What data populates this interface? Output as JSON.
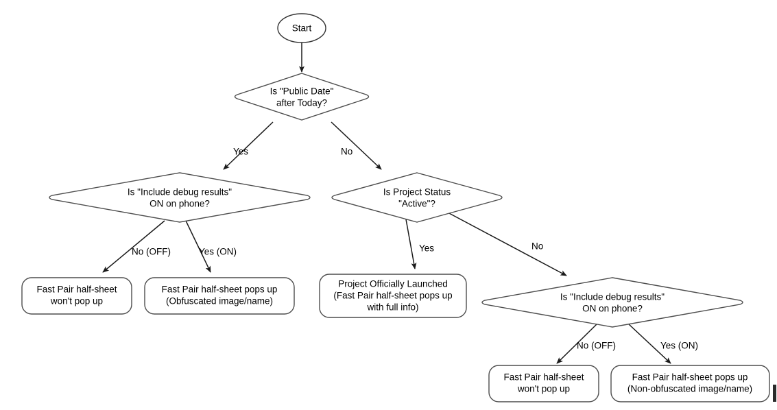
{
  "diagram": {
    "title": "Fast Pair half-sheet decision flowchart",
    "background_color": "#ffffff",
    "shape_stroke_color": "#4d4d4d",
    "edge_color": "#1a1a1a",
    "text_color": "#000000"
  },
  "nodes": {
    "start": {
      "shape": "ellipse",
      "label": "Start"
    },
    "decision_public_date": {
      "shape": "diamond",
      "line1": "Is \"Public Date\"",
      "line2": "after Today?"
    },
    "decision_debug_left": {
      "shape": "diamond",
      "line1": "Is \"Include debug results\"",
      "line2": "ON on phone?"
    },
    "decision_project_status": {
      "shape": "diamond",
      "line1": "Is Project Status",
      "line2": "\"Active\"?"
    },
    "decision_debug_right": {
      "shape": "diamond",
      "line1": "Is \"Include debug results\"",
      "line2": "ON on phone?"
    },
    "terminal_left_off": {
      "shape": "rounded-rect",
      "line1": "Fast Pair half-sheet",
      "line2": "won't pop up"
    },
    "terminal_left_on": {
      "shape": "rounded-rect",
      "line1": "Fast Pair half-sheet pops up",
      "line2": "(Obfuscated image/name)"
    },
    "terminal_launched": {
      "shape": "rounded-rect",
      "line1": "Project Officially Launched",
      "line2": "(Fast Pair half-sheet pops up",
      "line3": "with full info)"
    },
    "terminal_right_off": {
      "shape": "rounded-rect",
      "line1": "Fast Pair half-sheet",
      "line2": "won't pop up"
    },
    "terminal_right_on": {
      "shape": "rounded-rect",
      "line1": "Fast Pair half-sheet pops up",
      "line2": "(Non-obfuscated image/name)"
    }
  },
  "edges": {
    "start_to_public_date": {
      "label": ""
    },
    "public_date_yes": {
      "label": "Yes"
    },
    "public_date_no": {
      "label": "No"
    },
    "debug_left_no": {
      "label": "No (OFF)"
    },
    "debug_left_yes": {
      "label": "Yes (ON)"
    },
    "project_status_yes": {
      "label": "Yes"
    },
    "project_status_no": {
      "label": "No"
    },
    "debug_right_no": {
      "label": "No (OFF)"
    },
    "debug_right_yes": {
      "label": "Yes (ON)"
    }
  }
}
